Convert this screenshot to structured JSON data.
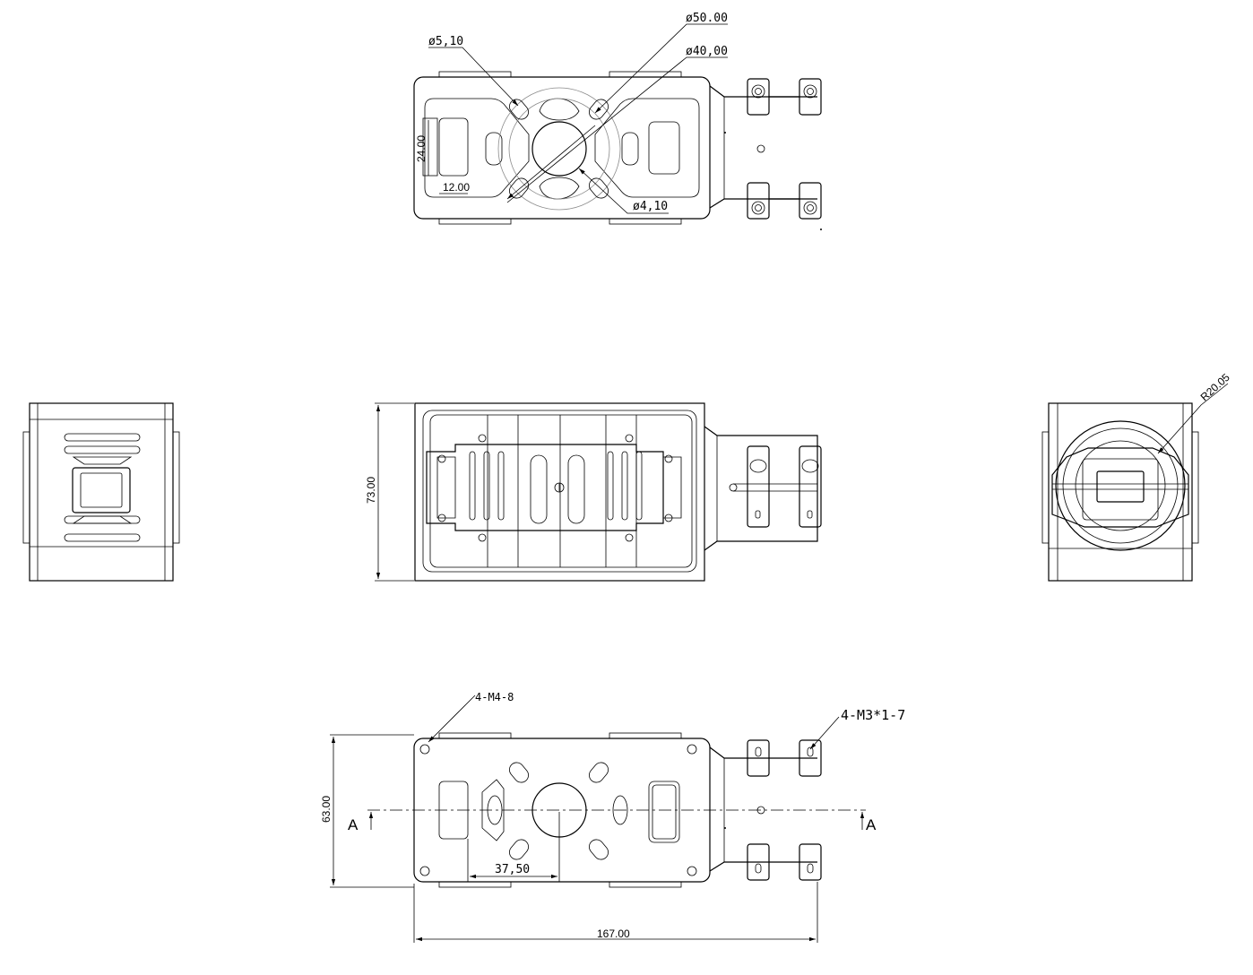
{
  "views": {
    "top": {
      "dim_hole_small": "ø5,10",
      "dim_circle_outer": "ø50.00",
      "dim_circle_inner": "ø40,00",
      "dim_height": "24.00",
      "dim_width": "12.00",
      "dim_hole_tiny": "ø4,10"
    },
    "front": {
      "dim_height": "73.00"
    },
    "right": {
      "dim_radius": "R20.05"
    },
    "bottom": {
      "thread_left": "4-M4-8",
      "thread_right": "4-M3*1-7",
      "dim_height": "63.00",
      "dim_offset": "37,50",
      "dim_length": "167.00",
      "section_label_left": "A",
      "section_label_right": "A"
    }
  }
}
